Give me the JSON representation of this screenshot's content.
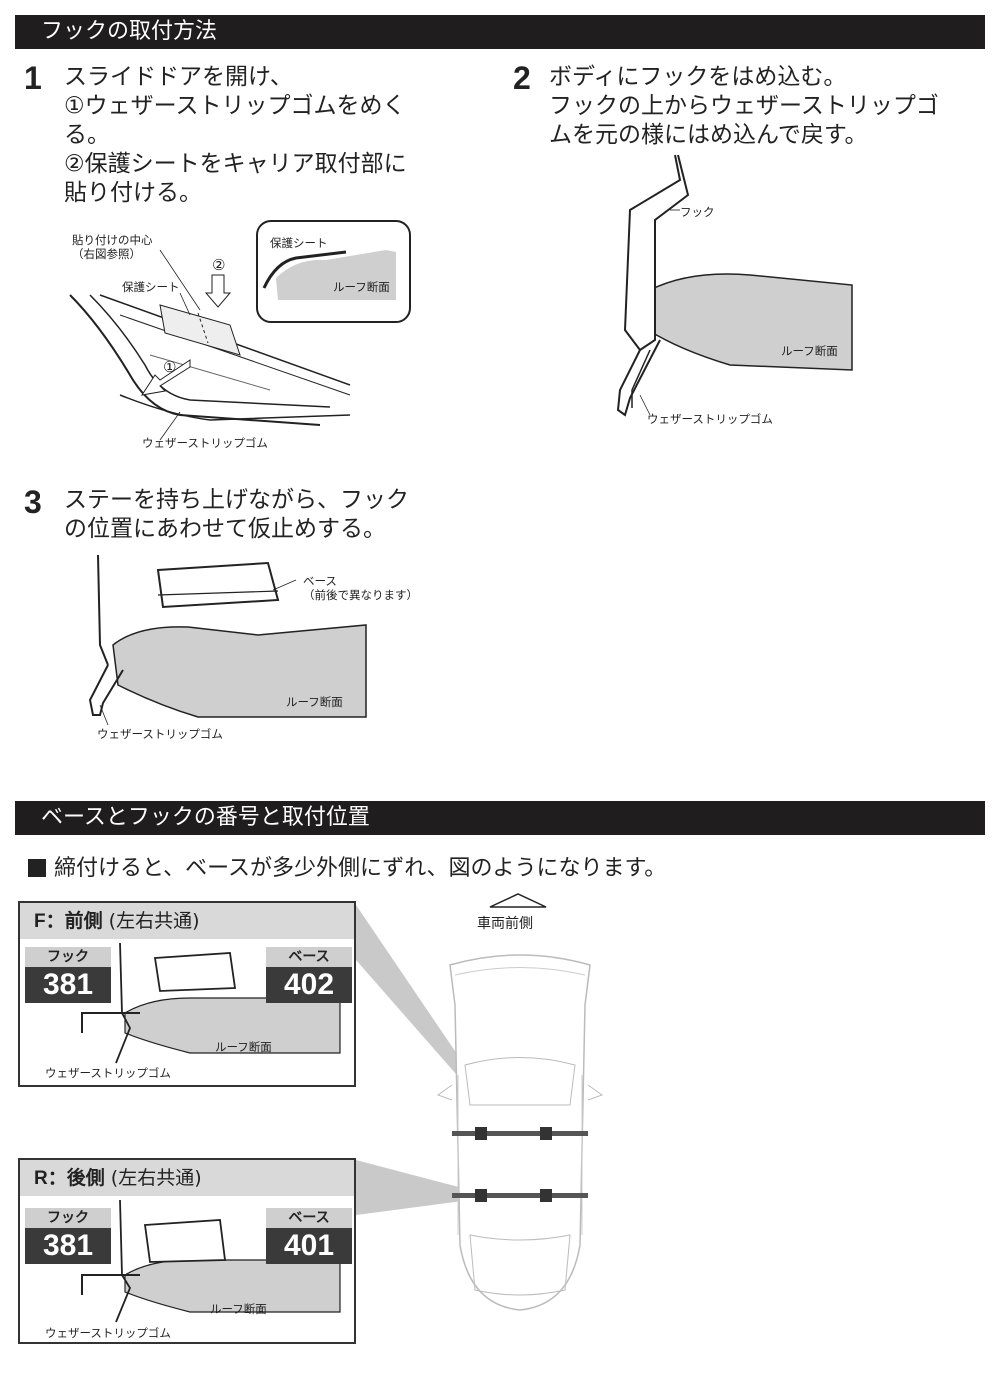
{
  "section1": {
    "title": "フックの取付方法"
  },
  "step1": {
    "number": "1",
    "text": "スライドドアを開け、\n①ウェザーストリップゴムをめく\nる。\n②保護シートをキャリア取付部に\n貼り付ける。",
    "label_center": "貼り付けの中心\n（右図参照）",
    "label_sheet": "保護シート",
    "label_circle2": "②",
    "label_circle1": "①",
    "label_weather": "ウェザーストリップゴム",
    "inset_sheet": "保護シート",
    "inset_roof": "ルーフ断面"
  },
  "step2": {
    "number": "2",
    "text": "ボディにフックをはめ込む。\nフックの上からウェザーストリップゴ\nムを元の様にはめ込んで戻す。",
    "label_hook": "フック",
    "label_roof": "ルーフ断面",
    "label_weather": "ウェザーストリップゴム"
  },
  "step3": {
    "number": "3",
    "text": "ステーを持ち上げながら、フック\nの位置にあわせて仮止めする。",
    "label_base": "ベース\n（前後で異なります）",
    "label_roof": "ルーフ断面",
    "label_weather": "ウェザーストリップゴム"
  },
  "section2": {
    "title": "ベースとフックの番号と取付位置"
  },
  "note": "締付けると、ベースが多少外側にずれ、図のようになります。",
  "car": {
    "front_label": "車両前側"
  },
  "front_panel": {
    "title_bold": "F：前側",
    "title_rest": "(左右共通)",
    "hook_label": "フック",
    "hook_number": "381",
    "base_label": "ベース",
    "base_number": "402",
    "roof_label": "ルーフ断面",
    "weather_label": "ウェザーストリップゴム"
  },
  "rear_panel": {
    "title_bold": "R：後側",
    "title_rest": "(左右共通)",
    "hook_label": "フック",
    "hook_number": "381",
    "base_label": "ベース",
    "base_number": "401",
    "roof_label": "ルーフ断面",
    "weather_label": "ウェザーストリップゴム"
  },
  "colors": {
    "header_bg": "#1f1d1d",
    "roof_gray": "#cfcfcf",
    "tag_dark": "#3a3a3a"
  }
}
